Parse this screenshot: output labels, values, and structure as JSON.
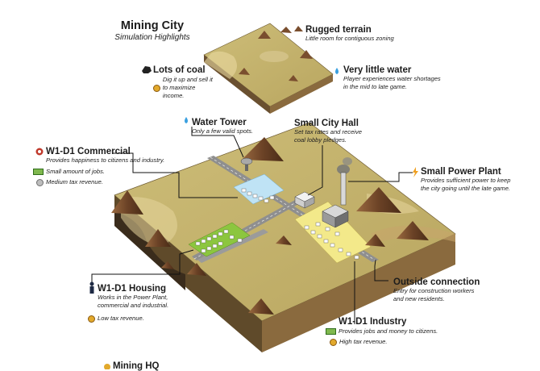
{
  "title": "Mining City",
  "subtitle": "Simulation Highlights",
  "labels": {
    "coal": {
      "title": "Lots of coal",
      "desc": "Dig it up and sell it to maximize income."
    },
    "terrain": {
      "title": "Rugged terrain",
      "desc": "Little room for contiguous zoning"
    },
    "water": {
      "title": "Very little water",
      "desc": "Player experiences water shortages in the mid to late game."
    },
    "tower": {
      "title": "Water Tower",
      "desc": "Only a few valid spots."
    },
    "hall": {
      "title": "Small City Hall",
      "desc": "Set tax rates and receive coal lobby pledges."
    },
    "commercial": {
      "title": "W1-D1 Commercial",
      "desc": "Provides happiness to citizens and industry.",
      "sub1": "Small amount of jobs.",
      "sub2": "Medium tax revenue."
    },
    "power": {
      "title": "Small Power Plant",
      "desc": "Provides sufficient power to keep the city going until the late game."
    },
    "outside": {
      "title": "Outside connection",
      "desc": "Entry for construction workers and new residents."
    },
    "housing": {
      "title": "W1-D1 Housing",
      "desc": "Works in the Power Plant, commercial and industrial.",
      "sub1": "Low tax revenue."
    },
    "industry": {
      "title": "W1-D1 Industry",
      "desc": "Provides jobs and money to citizens.",
      "sub1": "High tax revenue."
    },
    "hq": {
      "title": "Mining HQ"
    }
  },
  "colors": {
    "ground": "#c6b46c",
    "side_front": "#8a6a3e",
    "side_left": "#5f4a2a",
    "rock": "#7a4e2e",
    "zone_green": "#8cc63f",
    "zone_yellow": "#f3e98a",
    "zone_blue": "#bfe3f5"
  }
}
